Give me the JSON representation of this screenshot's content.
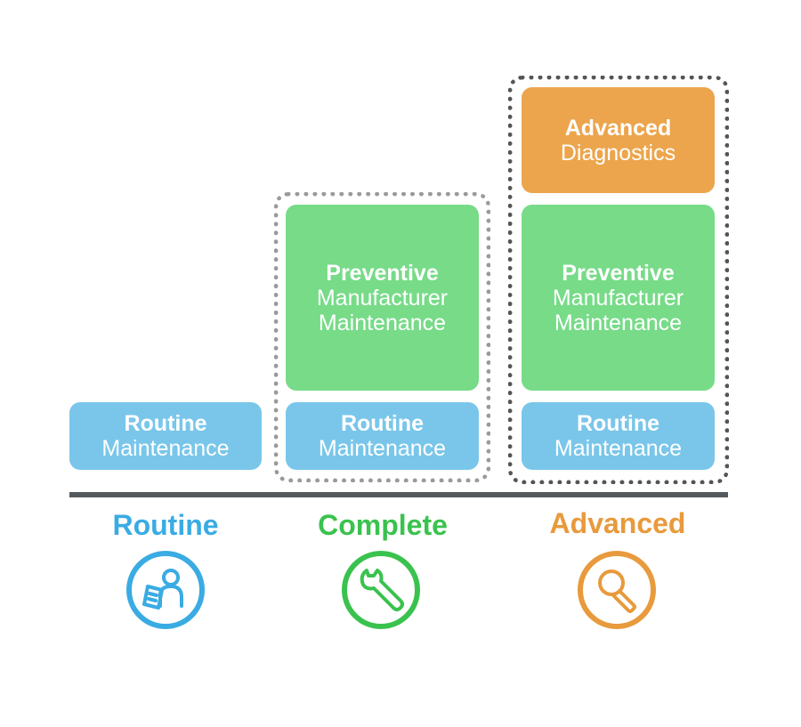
{
  "colors": {
    "routine": "#3aabe3",
    "complete": "#3ac24e",
    "advanced": "#e89a3c",
    "box_blue": "#79c6ea",
    "box_green": "#77db88",
    "box_orange": "#eca54c"
  },
  "boxes": {
    "routine": {
      "line1": "Routine",
      "line2": "Maintenance"
    },
    "preventive": {
      "line1": "Preventive",
      "line2": "Manufacturer",
      "line3": "Maintenance"
    },
    "advanced": {
      "line1": "Advanced",
      "line2": "Diagnostics"
    }
  },
  "tiers": [
    {
      "label": "Routine",
      "icon": "clipboard-person-icon"
    },
    {
      "label": "Complete",
      "icon": "wrench-icon"
    },
    {
      "label": "Advanced",
      "icon": "magnifier-icon"
    }
  ]
}
